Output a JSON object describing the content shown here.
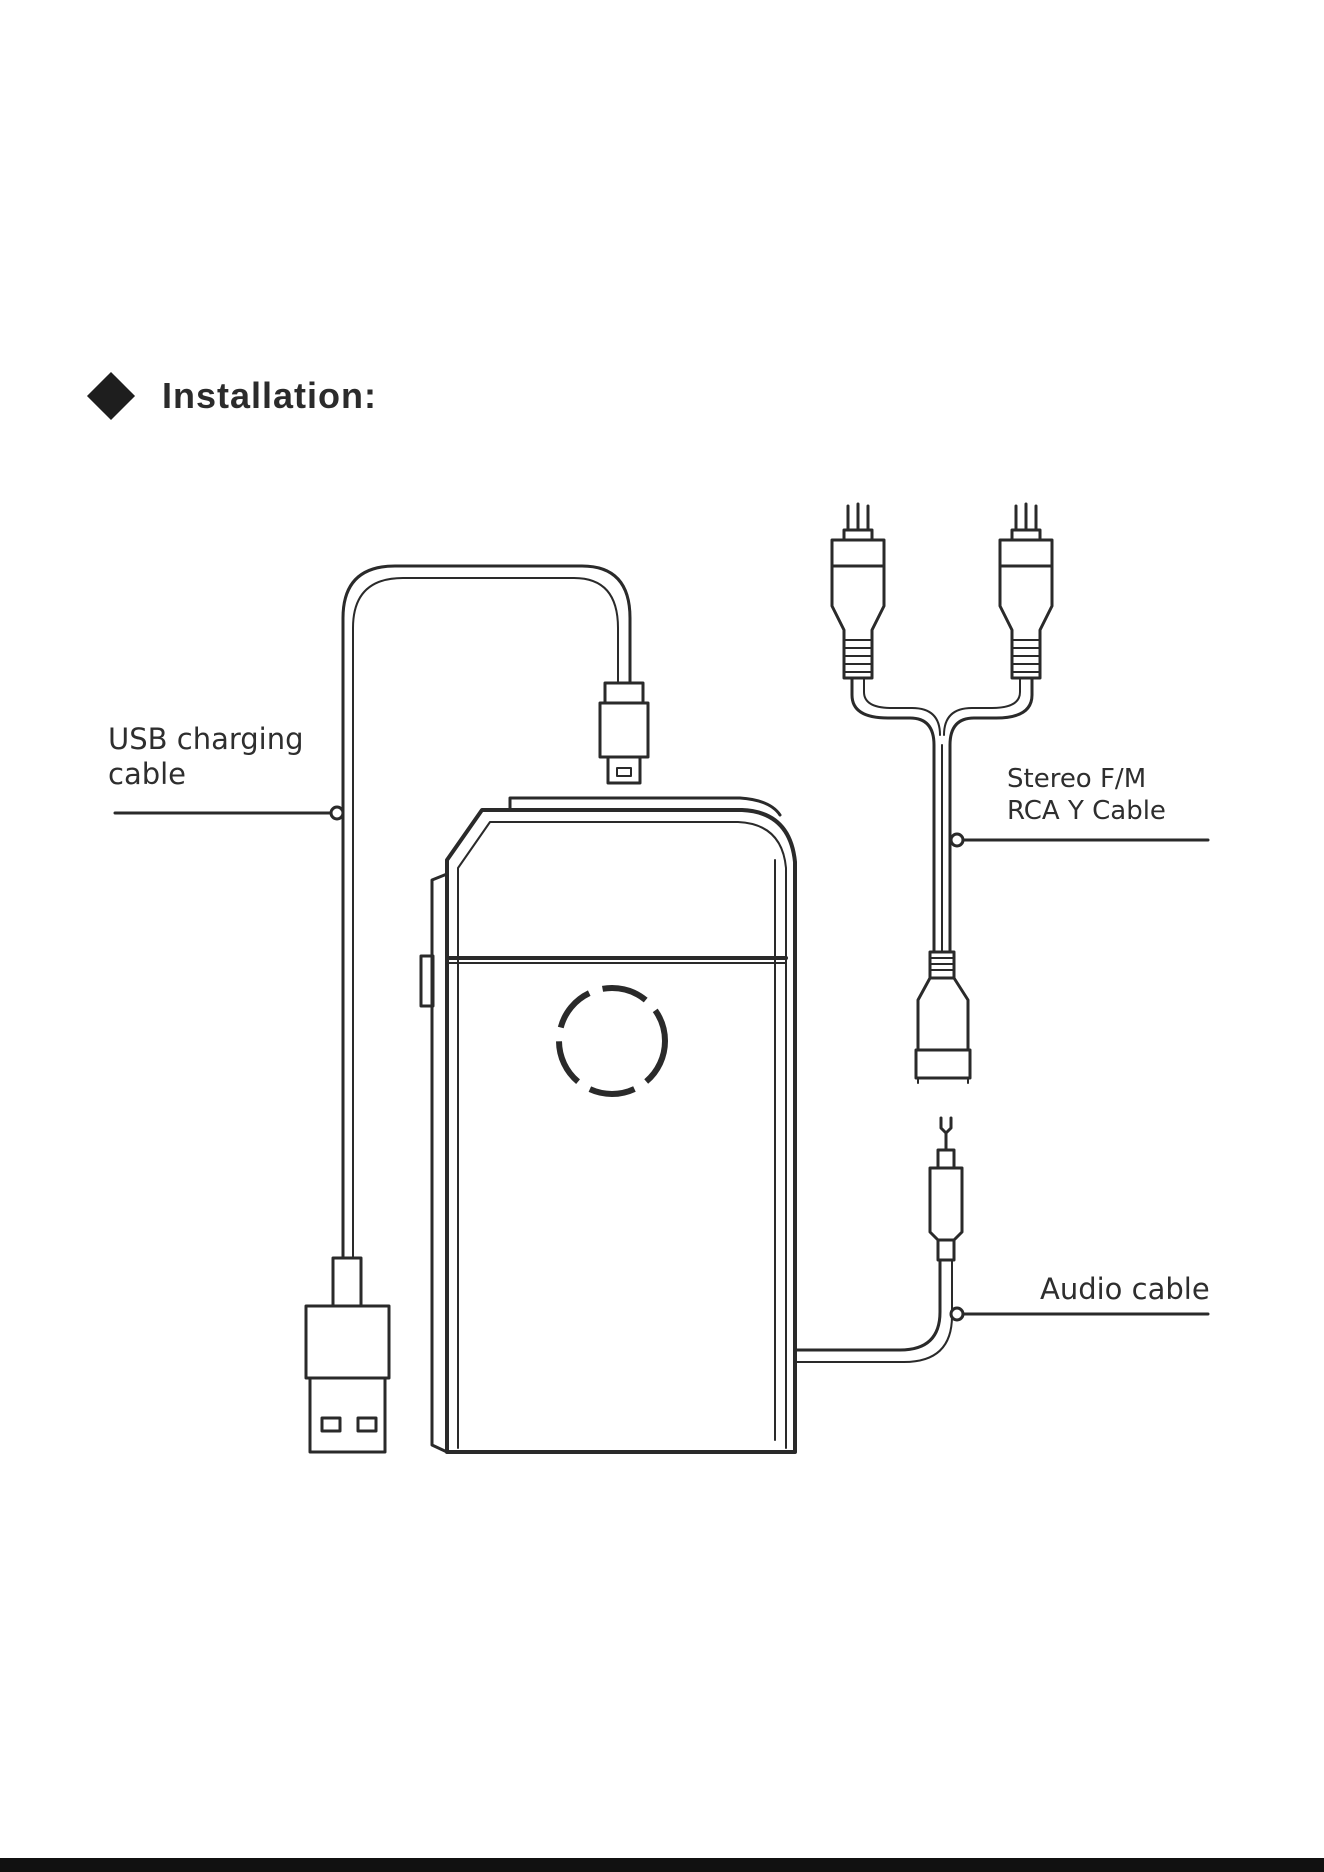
{
  "section": {
    "title": "Installation:",
    "bullet_icon": "diamond-bullet-icon"
  },
  "labels": {
    "usb": [
      "USB charging",
      "cable"
    ],
    "rca": [
      "Stereo F/M",
      "RCA Y Cable"
    ],
    "audio": "Audio cable"
  },
  "colors": {
    "line": "#2a2a2a",
    "text": "#2e2e2e",
    "background": "#ffffff"
  }
}
